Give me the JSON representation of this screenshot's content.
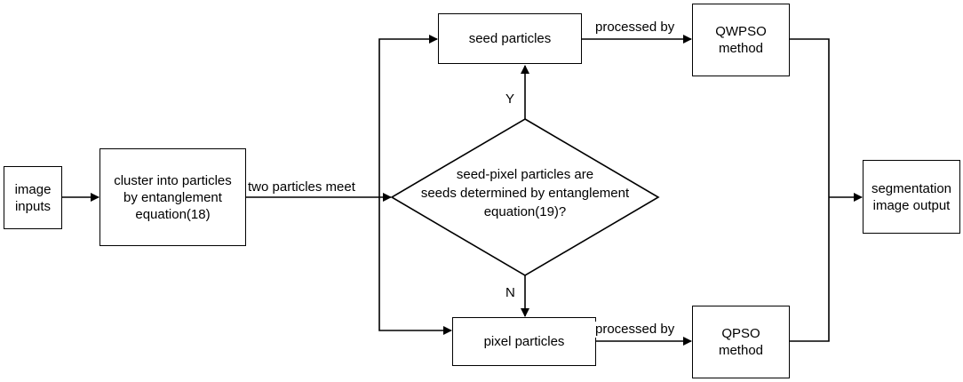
{
  "nodes": {
    "image_inputs": [
      "image",
      "inputs"
    ],
    "cluster": [
      "cluster into particles",
      "by entanglement",
      "equation(18)"
    ],
    "decision": [
      "seed-pixel particles are",
      "seeds determined by  entanglement",
      "equation(19)?"
    ],
    "seed_particles": "seed particles",
    "pixel_particles": "pixel particles",
    "qwpso": [
      "QWPSO",
      "method"
    ],
    "qpso": [
      "QPSO",
      "method"
    ],
    "segmentation": [
      "segmentation",
      "image output"
    ]
  },
  "edges": {
    "two_particles_meet": "two particles meet",
    "yes": "Y",
    "no": "N",
    "processed_by_top": "processed by",
    "processed_by_bottom": "processed by"
  },
  "colors": {
    "stroke": "#000000",
    "background": "#ffffff"
  }
}
